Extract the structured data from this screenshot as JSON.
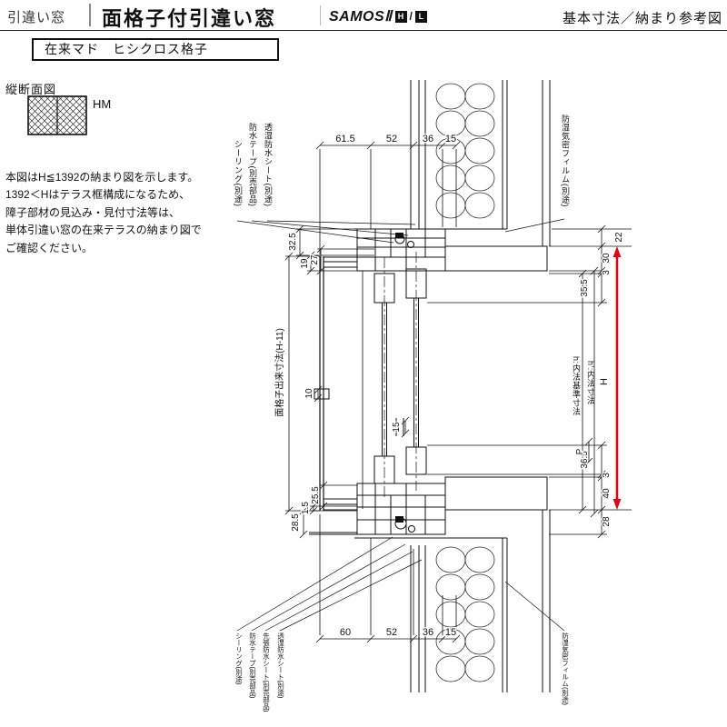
{
  "header": {
    "category": "引違い窓",
    "title": "面格子付引違い窓",
    "brand": "SAMOSⅡ",
    "brand_h": "H",
    "brand_slash": "/",
    "brand_l": "L",
    "right_note": "基本寸法／納まり参考図"
  },
  "subtitle": "在来マド　ヒシクロス格子",
  "section": {
    "label": "縦断面図",
    "legend": "HM"
  },
  "note": "本図はH≦1392の納まり図を示します。\n1392＜Hはテラス框構成になるため、\n障子部材の見込み・見付寸法等は、\n単体引違い窓の在来テラスの納まり図で\nご確認ください。",
  "labels": {
    "top_left": [
      "シーリング(別途)",
      "防水テープ(別売部品)",
      "透湿防水シート(別途)"
    ],
    "top_right": "防湿気密フィルム(別途)",
    "bottom_left": [
      "シーリング(別途)",
      "防水テープ(別売部品)",
      "先張防水シート(別売部品)",
      "透湿防水シート(別途)"
    ],
    "bottom_right": "防湿気密フィルム(別途)",
    "lattice_dim": "面格子出来寸法(H-11)",
    "h_base": "h:内法基準寸法",
    "h_inner": "h':内法寸法",
    "h_arrow": "H"
  },
  "dims": {
    "top": [
      "61.5",
      "52",
      "36",
      "15"
    ],
    "bottom": [
      "60",
      "52",
      "36",
      "15"
    ],
    "left_top": [
      "32.5",
      "19",
      "27"
    ],
    "right_top": [
      "22",
      "30",
      "3",
      "35.5"
    ],
    "right_bottom": [
      "36.5",
      "3",
      "40",
      "28"
    ],
    "left_bottom": [
      "25.5",
      "1.5",
      "28.5"
    ],
    "center": [
      "10",
      "15"
    ],
    "p": "P"
  },
  "colors": {
    "arrow": "#e60012",
    "line": "#111111"
  }
}
